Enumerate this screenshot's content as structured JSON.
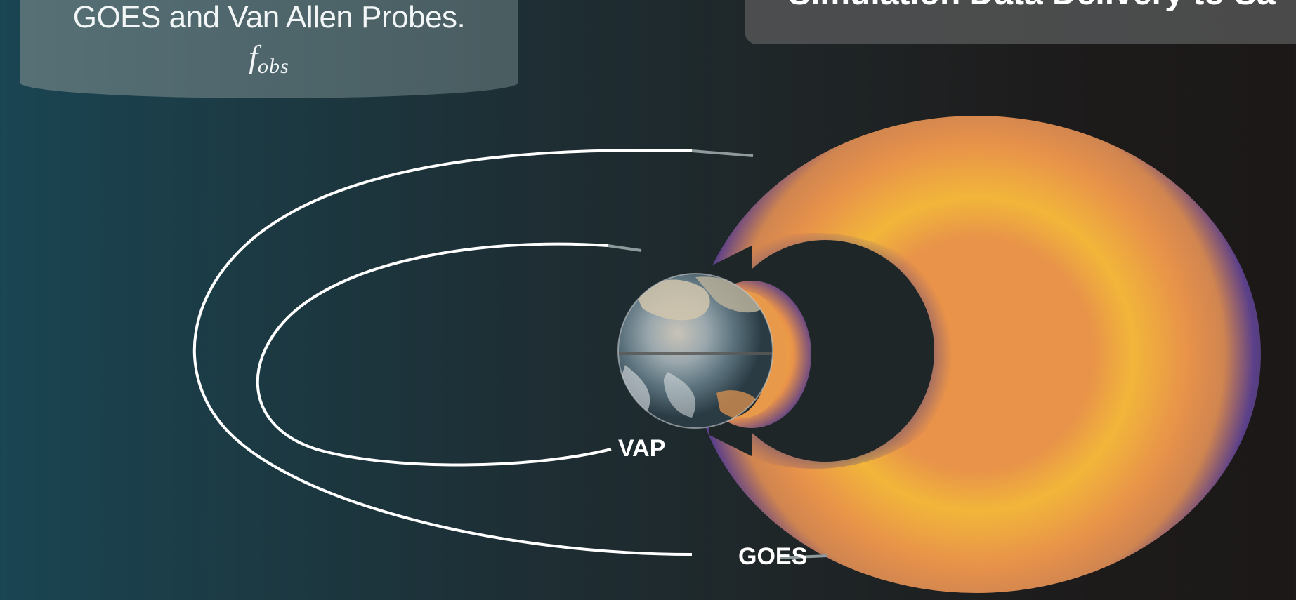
{
  "caption": {
    "line1": "GOES and Van Allen Probes.",
    "formula_main": "f",
    "formula_sub": "obs"
  },
  "title_banner": {
    "text": "Simulation Data Delivery to Sa"
  },
  "labels": {
    "vap": "VAP",
    "goes": "GOES"
  },
  "colors": {
    "orbit_line": "#ffffff",
    "belt_purple": "#5a3f8a",
    "belt_orange": "#e8924a",
    "belt_yellow": "#f2b63a"
  },
  "icons": [
    "earth-globe"
  ]
}
